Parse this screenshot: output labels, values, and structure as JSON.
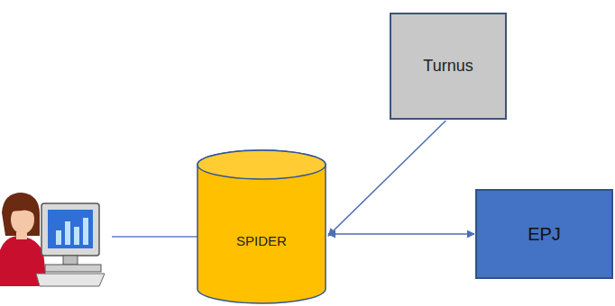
{
  "diagram": {
    "nodes": [
      {
        "text": [
          "Turnus"
        ]
      },
      {
        "text": [
          "SPIDER"
        ]
      },
      {
        "text": [
          "EPJ"
        ]
      }
    ],
    "edges": [
      {
        "from": 0,
        "to": 1,
        "arrow": "to"
      },
      {
        "from": 1,
        "to": 2,
        "arrow": "both"
      }
    ]
  }
}
